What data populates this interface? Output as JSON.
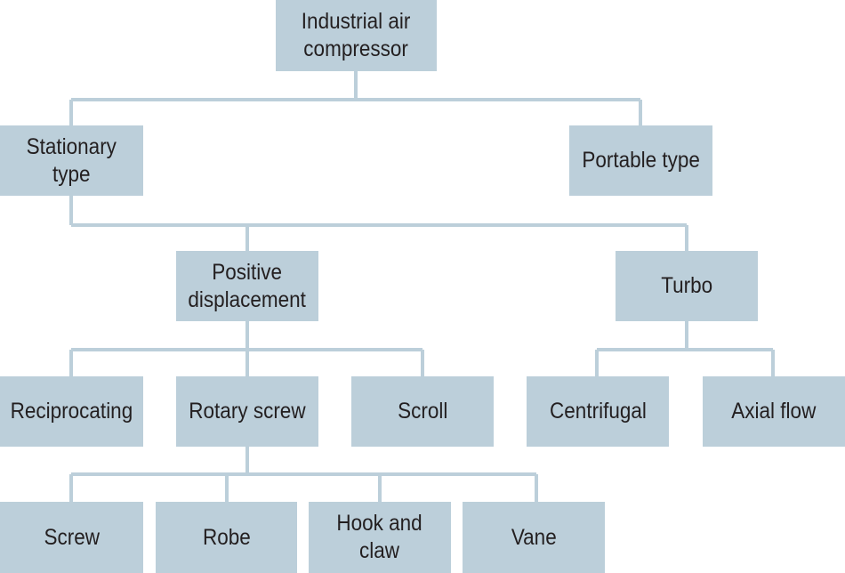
{
  "diagram": {
    "type": "tree",
    "colors": {
      "box_fill": "#bccfda",
      "connector": "#bccfda",
      "text": "#231f20"
    },
    "nodes": {
      "root": "Industrial air\ncompressor",
      "stationary": "Stationary\ntype",
      "portable": "Portable type",
      "positive": "Positive\ndisplacement",
      "turbo": "Turbo",
      "reciprocating": "Reciprocating",
      "rotary_screw": "Rotary screw",
      "scroll": "Scroll",
      "centrifugal": "Centrifugal",
      "axial_flow": "Axial flow",
      "screw": "Screw",
      "robe": "Robe",
      "hook_and_claw": "Hook and\nclaw",
      "vane": "Vane"
    },
    "edges": [
      [
        "root",
        "stationary"
      ],
      [
        "root",
        "portable"
      ],
      [
        "stationary",
        "positive"
      ],
      [
        "stationary",
        "turbo"
      ],
      [
        "positive",
        "reciprocating"
      ],
      [
        "positive",
        "rotary_screw"
      ],
      [
        "positive",
        "scroll"
      ],
      [
        "turbo",
        "centrifugal"
      ],
      [
        "turbo",
        "axial_flow"
      ],
      [
        "rotary_screw",
        "screw"
      ],
      [
        "rotary_screw",
        "robe"
      ],
      [
        "rotary_screw",
        "hook_and_claw"
      ],
      [
        "rotary_screw",
        "vane"
      ]
    ]
  }
}
